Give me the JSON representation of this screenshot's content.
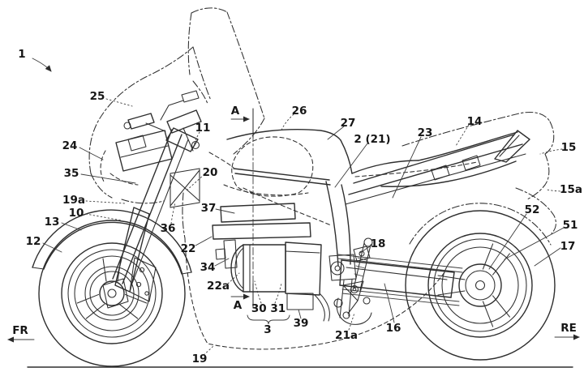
{
  "figure": {
    "kind": "patent-line-drawing",
    "subject": "motorcycle-side-view",
    "colors": {
      "line": "#2e2e2e",
      "label": "#161616",
      "background": "#ffffff"
    },
    "section_marker": "A",
    "direction_front": "FR",
    "direction_rear": "RE",
    "labels": {
      "l1": "1",
      "l25": "25",
      "l24": "24",
      "l35": "35",
      "l19a": "19a",
      "l10": "10",
      "l13": "13",
      "l12": "12",
      "l11": "11",
      "l20": "20",
      "l37": "37",
      "l36": "36",
      "l22": "22",
      "l34": "34",
      "l22a": "22a",
      "l26": "26",
      "l27": "27",
      "l2_21": "2 (21)",
      "l23": "23",
      "l14": "14",
      "l15": "15",
      "l15a": "15a",
      "l52": "52",
      "l51": "51",
      "l17": "17",
      "l18": "18",
      "l16": "16",
      "l21a": "21a",
      "l39": "39",
      "l30_31": "30 31",
      "l3": "3",
      "l19": "19"
    }
  }
}
